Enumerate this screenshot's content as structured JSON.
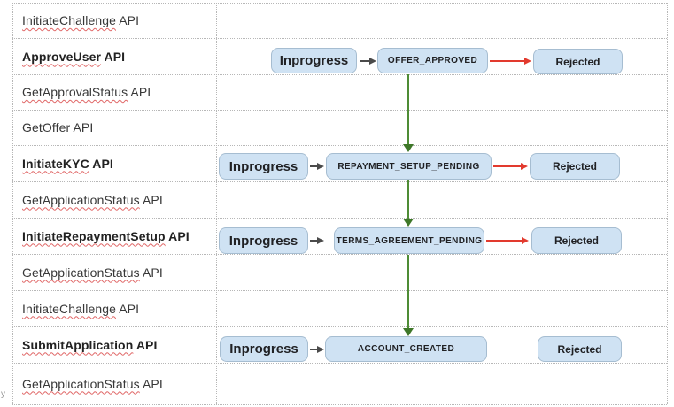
{
  "table": {
    "rows": [
      {
        "label_word": "InitiateChallenge",
        "label_suffix": " API"
      },
      {
        "label_word": "ApproveUser",
        "label_suffix": " API"
      },
      {
        "label_word": "GetApprovalStatus",
        "label_suffix": " API"
      },
      {
        "label_word": "GetOffer",
        "label_suffix": " API"
      },
      {
        "label_word": "InitiateKYC",
        "label_suffix": " API"
      },
      {
        "label_word": "GetApplicationStatus",
        "label_suffix": " API"
      },
      {
        "label_word": "InitiateRepaymentSetup",
        "label_suffix": " API"
      },
      {
        "label_word": "GetApplicationStatus",
        "label_suffix": " API"
      },
      {
        "label_word": "InitiateChallenge",
        "label_suffix": " API"
      },
      {
        "label_word": "SubmitApplication",
        "label_suffix": " API"
      },
      {
        "label_word": "GetApplicationStatus",
        "label_suffix": " API"
      }
    ]
  },
  "flows": [
    {
      "inprogress": "Inprogress",
      "state": "OFFER_APPROVED",
      "rejected": "Rejected"
    },
    {
      "inprogress": "Inprogress",
      "state": "REPAYMENT_SETUP_PENDING",
      "rejected": "Rejected"
    },
    {
      "inprogress": "Inprogress",
      "state": "TERMS_AGREEMENT_PENDING",
      "rejected": "Rejected"
    },
    {
      "inprogress": "Inprogress",
      "state": "ACCOUNT_CREATED",
      "rejected": "Rejected"
    }
  ],
  "stray": {
    "bottom_left_text": "y"
  },
  "colors": {
    "box_fill": "#cfe2f3",
    "box_border": "#a6bdd1",
    "grid_dotted": "#b7b7b7",
    "arrow_gray": "#4a4a4a",
    "arrow_red": "#e23a2e",
    "arrow_green": "#4e8c35",
    "spellcheck_squiggle": "#e06666"
  }
}
